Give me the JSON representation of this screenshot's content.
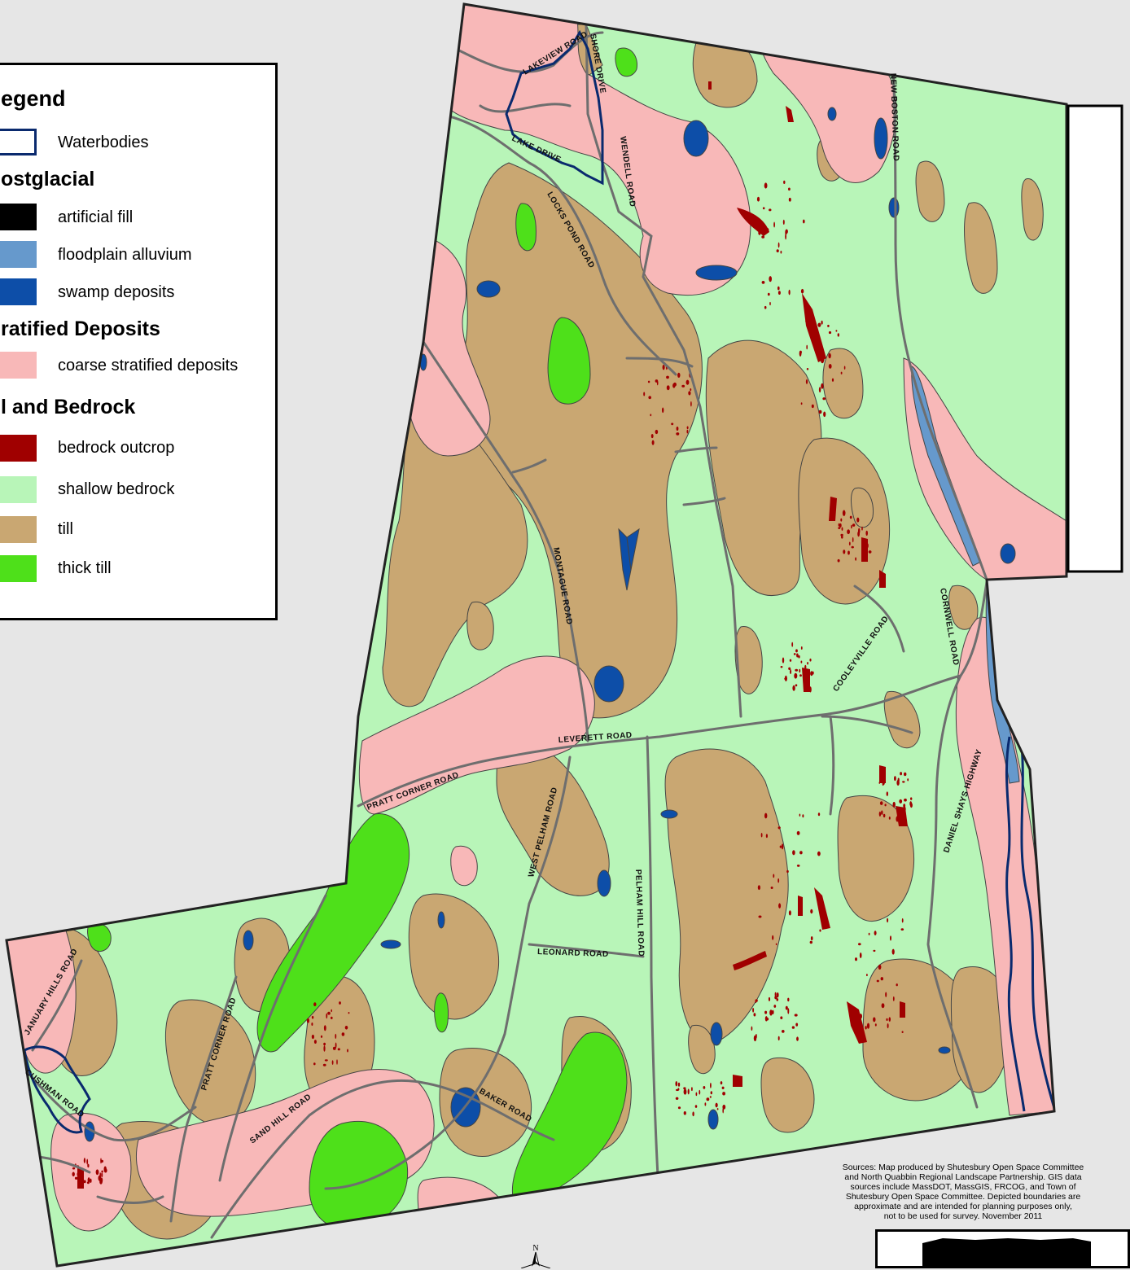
{
  "legend": {
    "title": "egend",
    "waterbodies": "Waterbodies",
    "postglacial_title": "ostglacial",
    "artificial_fill": "artificial fill",
    "floodplain_alluvium": "floodplain alluvium",
    "swamp_deposits": "swamp deposits",
    "stratified_title": "ratified Deposits",
    "coarse_stratified": "coarse stratified deposits",
    "till_bedrock_title": "l and Bedrock",
    "bedrock_outcrop": "bedrock outcrop",
    "shallow_bedrock": "shallow bedrock",
    "till": "till",
    "thick_till": "thick till"
  },
  "colors": {
    "coarse_stratified": "#f8b8b8",
    "shallow_bedrock": "#b8f5b8",
    "till": "#c9a772",
    "thick_till": "#4ee01a",
    "swamp": "#0d4ea8",
    "floodplain": "#6699cc",
    "outcrop": "#a00000",
    "artificial_fill": "#000000",
    "road": "#6e6e6e",
    "water_outline": "#0a2a6e",
    "background": "#e6e6e6"
  },
  "roads": {
    "lakeview": "LAKEVIEW ROAD",
    "shore": "SHORE DRIVE",
    "new_boston": "NEW BOSTON ROAD",
    "lake_drive": "LAKE DRIVE",
    "wendell": "WENDELL ROAD",
    "locks_pond": "LOCKS POND ROAD",
    "montague": "MONTAGUE ROAD",
    "cornwell": "CORNWELL ROAD",
    "cooleyville": "COOLEYVILLE ROAD",
    "leverett": "LEVERETT ROAD",
    "pratt_corner_n": "PRATT CORNER ROAD",
    "west_pelham": "WEST PELHAM ROAD",
    "daniel_shays": "DANIEL SHAYS HIGHWAY",
    "pelham_hill": "PELHAM HILL ROAD",
    "leonard": "LEONARD ROAD",
    "january_hills": "JANUARY HILLS ROAD",
    "pratt_corner_s": "PRATT CORNER ROAD",
    "cushman": "CUSHMAN ROAD",
    "sand_hill": "SAND HILL ROAD",
    "baker": "BAKER ROAD"
  },
  "sources": {
    "line1": "Sources: Map produced by Shutesbury Open Space Committee",
    "line2": "and North Quabbin Regional Landscape Partnership. GIS data",
    "line3": "sources include MassDOT, MassGIS, FRCOG, and Town of",
    "line4": "Shutesbury Open Space Committee.  Depicted boundaries are",
    "line5": "approximate and are intended for planning purposes only,",
    "line6": "not to be used for survey. November 2011"
  },
  "north_arrow": {
    "label": "N"
  }
}
